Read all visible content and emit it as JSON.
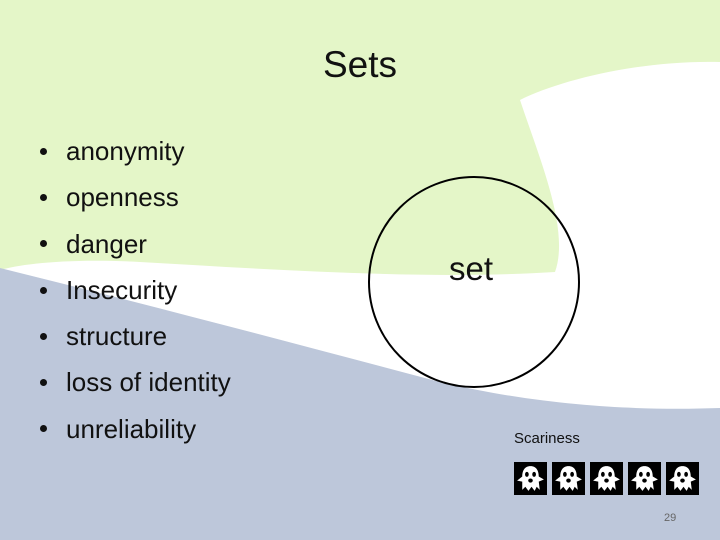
{
  "slide": {
    "title": "Sets",
    "bullets": [
      {
        "text": "anonymity"
      },
      {
        "text": "openness"
      },
      {
        "text": "danger"
      },
      {
        "text": "Insecurity"
      },
      {
        "text": "structure"
      },
      {
        "text": "loss of identity"
      },
      {
        "text": "unreliability"
      }
    ],
    "diagram": {
      "circle_label": "set"
    },
    "scariness": {
      "label": "Scariness",
      "rating": 5,
      "icon": "ghost-icon"
    },
    "page_number": "29"
  },
  "colors": {
    "green_band": "#e4f6c8",
    "blue_band": "#bdc7da",
    "white": "#ffffff",
    "text": "#111111",
    "page_number": "#666666"
  }
}
